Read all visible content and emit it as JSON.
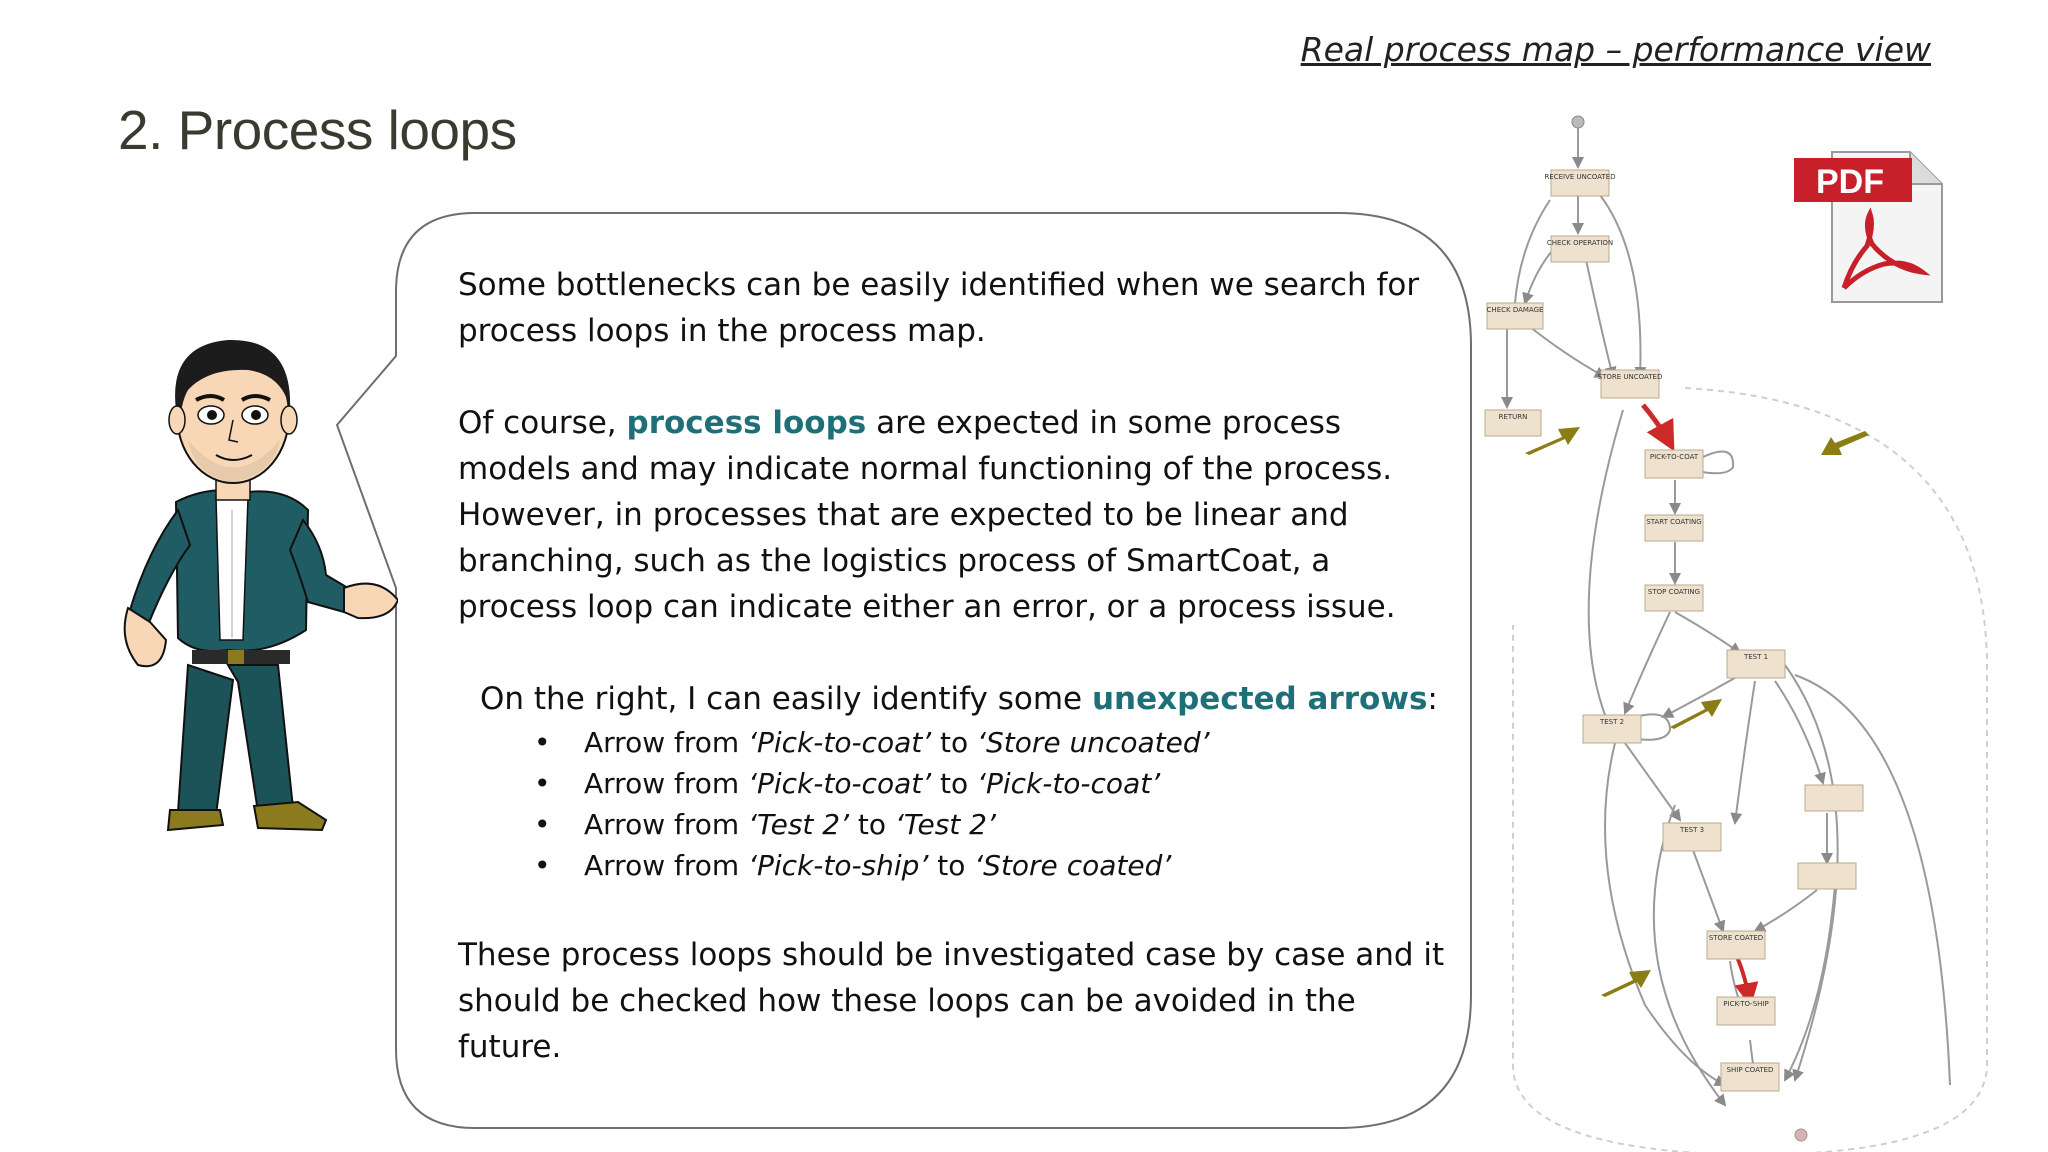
{
  "slide": {
    "caption": "Real process map – performance view",
    "title": "2. Process loops"
  },
  "bubble": {
    "para1": "Some bottlenecks can be easily identified when we search for process loops in the process map.",
    "para2_prefix": "Of course, ",
    "para2_highlight": "process loops",
    "para2_suffix": " are expected in some process models and may indicate normal functioning of the process. However, in processes that are expected to be linear and branching, such as the logistics process of SmartCoat, a process loop can indicate either an error, or a process issue.",
    "para3_prefix": "On the right, I can easily identify some ",
    "para3_highlight": "unexpected arrows",
    "para3_suffix": ":",
    "bullet_symbol": "•",
    "bullets": [
      {
        "prefix": "Arrow from ",
        "from": "‘Pick-to-coat’",
        "to_word": " to ",
        "to": "‘Store uncoated’"
      },
      {
        "prefix": "Arrow from ",
        "from": "‘Pick-to-coat’",
        "to_word": " to ",
        "to": "‘Pick-to-coat’"
      },
      {
        "prefix": "Arrow from ",
        "from": "‘Test 2’",
        "to_word": " to ",
        "to": "‘Test 2’"
      },
      {
        "prefix": "Arrow from ",
        "from": "‘Pick-to-ship’",
        "to_word": " to ",
        "to": "‘Store coated’"
      }
    ],
    "para4": "These process loops should be investigated case by case and it should be checked how these loops can be avoided in the future."
  },
  "process_map": {
    "nodes": {
      "receive": "RECEIVE UNCOATED",
      "check_op": "CHECK OPERATION",
      "check_damage": "CHECK DAMAGE",
      "store_uncoated": "STORE UNCOATED",
      "return": "RETURN",
      "pick_to_coat": "PICK-TO-COAT",
      "start_coating": "START COATING",
      "stop_coating": "STOP COATING",
      "test1": "TEST 1",
      "test2": "TEST 2",
      "test3": "TEST 3",
      "store_coated": "STORE COATED",
      "pick_to_ship": "PICK-TO-SHIP",
      "ship_coated": "SHIP COATED"
    }
  },
  "pdf": {
    "label": "PDF"
  },
  "colors": {
    "accent_text": "#1f6f78",
    "arrow_marker": "#8b7d16",
    "loop_edge": "#cc2a2a",
    "node_fill": "#eee2cf",
    "node_stroke": "#b9a98d"
  }
}
